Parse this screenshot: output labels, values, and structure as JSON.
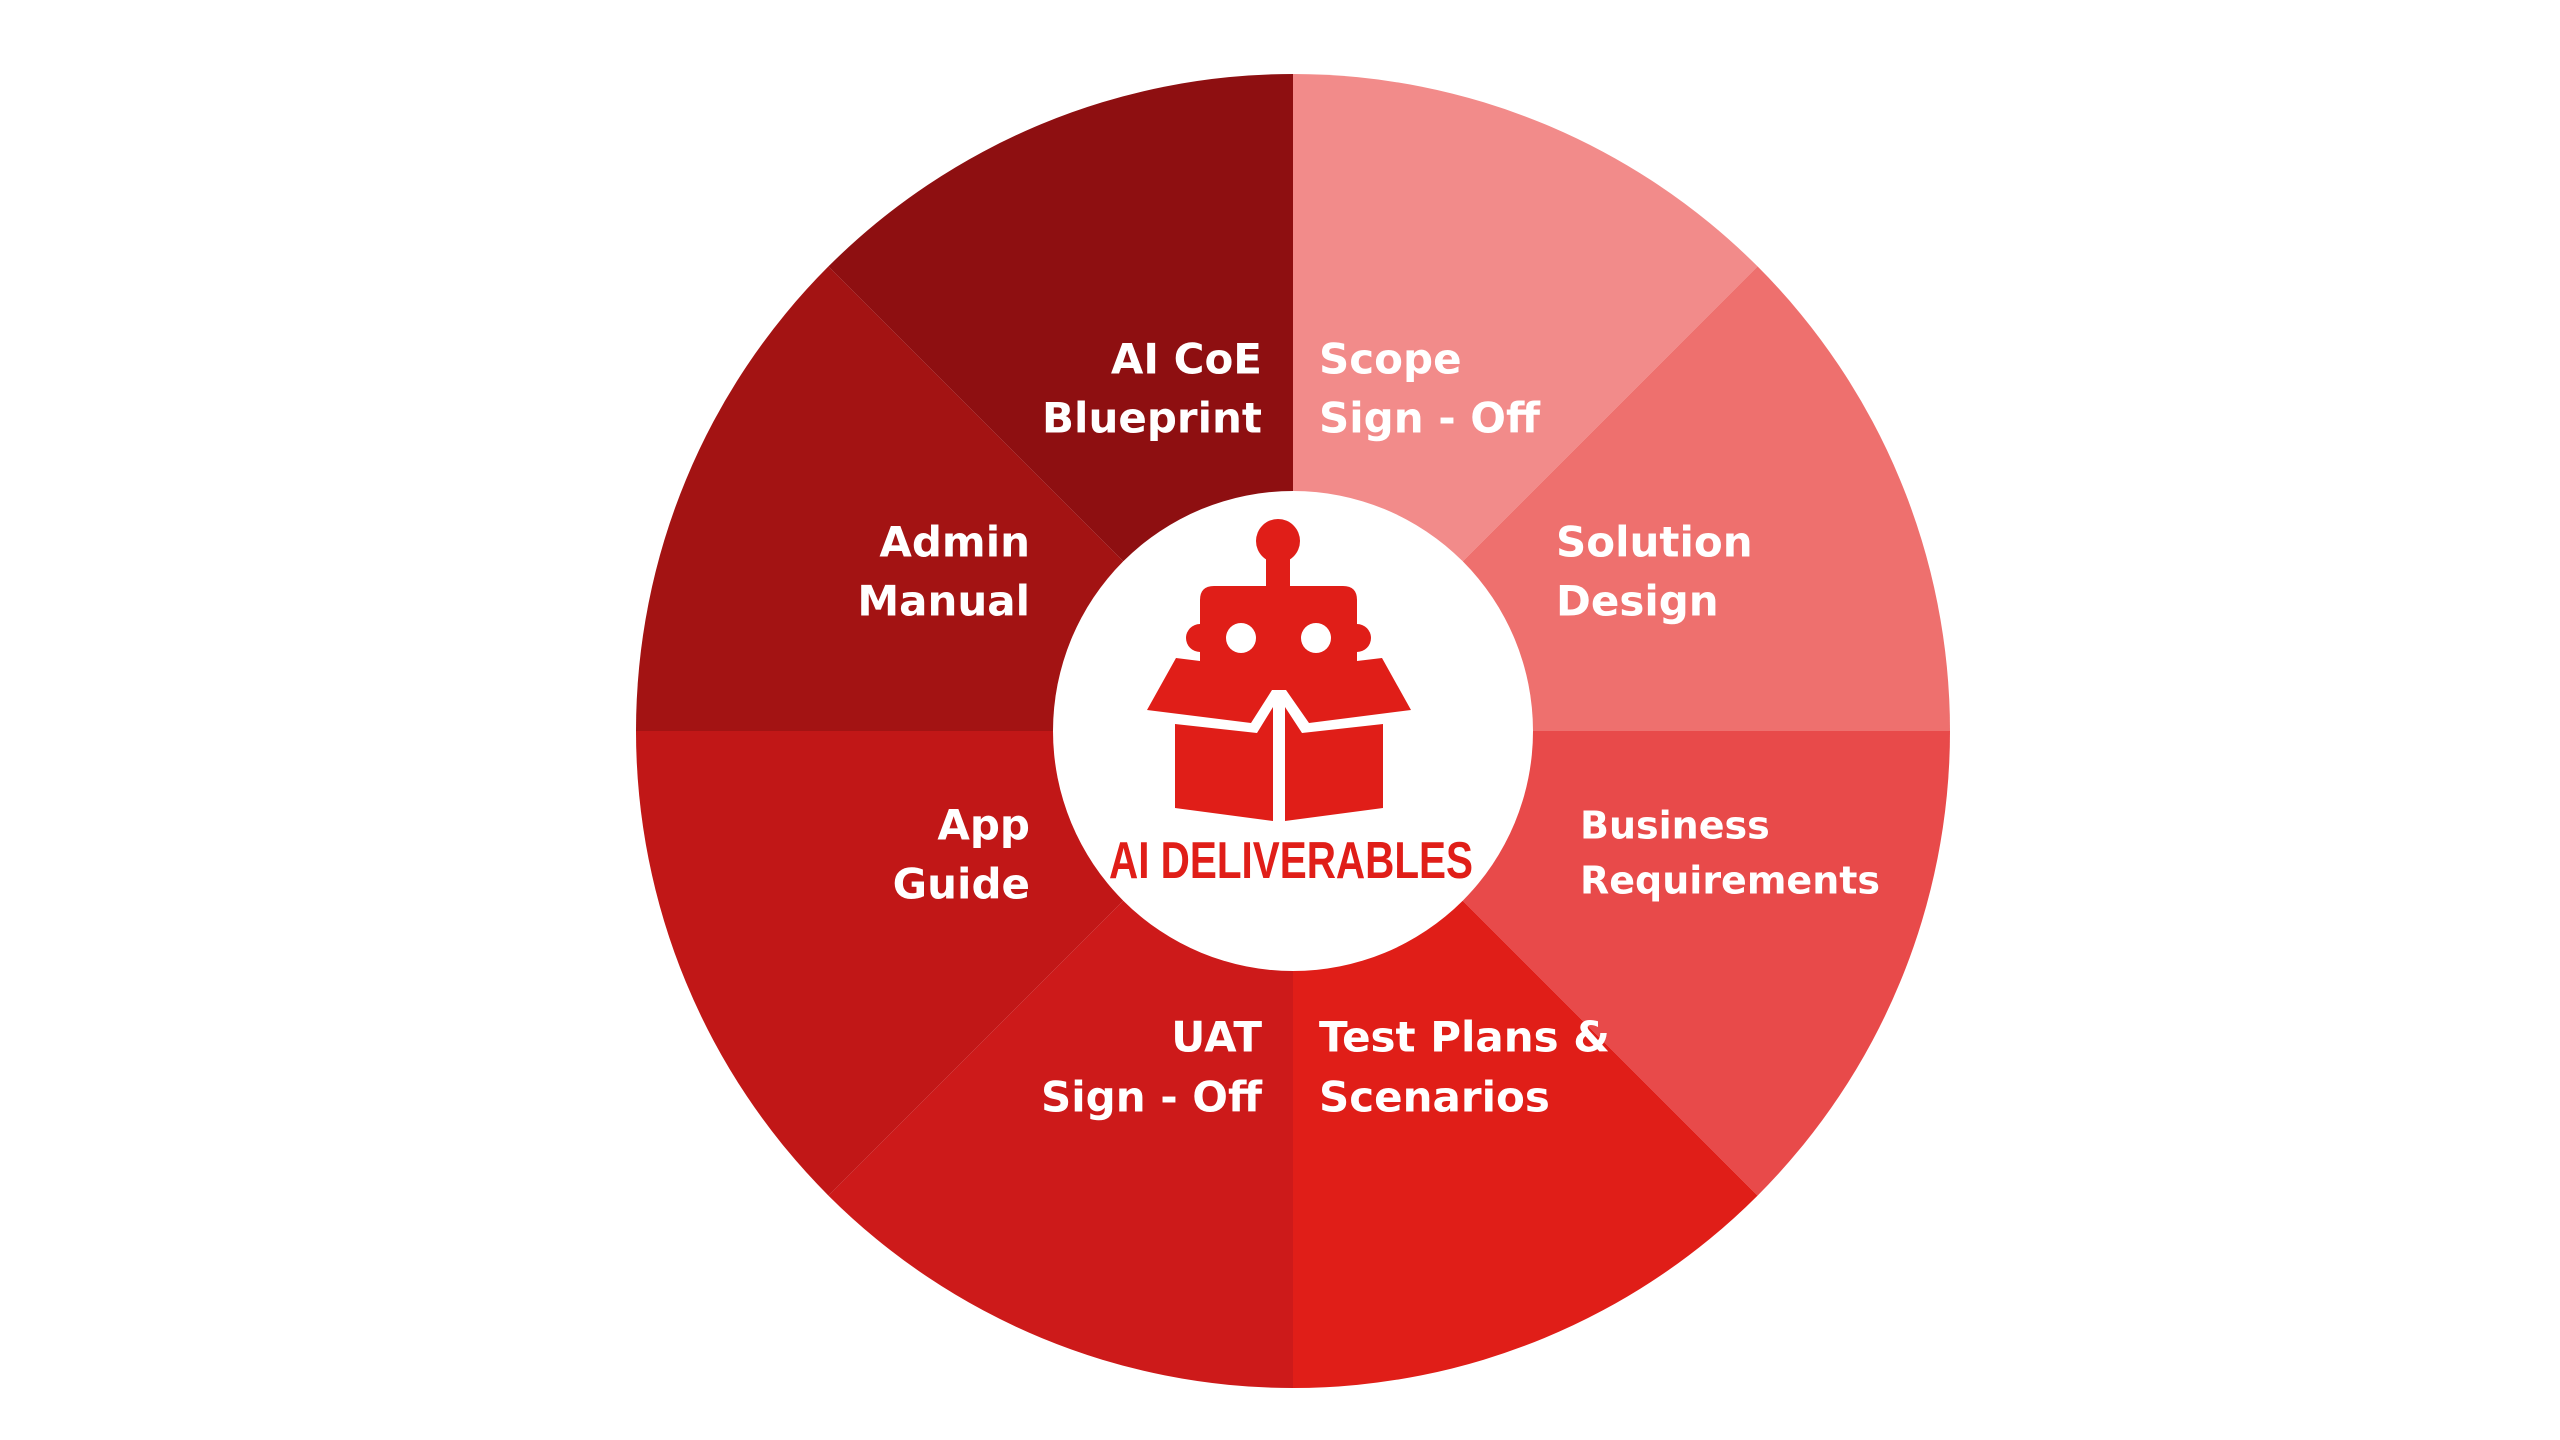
{
  "center": {
    "title": "AI DELIVERABLES",
    "icon": "robot-in-box-icon",
    "color": "#E01E18"
  },
  "segments": [
    {
      "lines": [
        "Scope",
        "Sign - Off"
      ],
      "color": "#F28B8A"
    },
    {
      "lines": [
        "Solution",
        "Design"
      ],
      "color": "#EE706E"
    },
    {
      "lines": [
        "Business",
        "Requirements"
      ],
      "color": "#E84A4A"
    },
    {
      "lines": [
        "Test Plans &",
        "Scenarios"
      ],
      "color": "#E01E18"
    },
    {
      "lines": [
        "UAT",
        "Sign - Off"
      ],
      "color": "#CD1A1A"
    },
    {
      "lines": [
        "App",
        "Guide"
      ],
      "color": "#C11717"
    },
    {
      "lines": [
        "Admin",
        "Manual"
      ],
      "color": "#A31313"
    },
    {
      "lines": [
        "AI CoE",
        "Blueprint"
      ],
      "color": "#8E0F11"
    }
  ]
}
